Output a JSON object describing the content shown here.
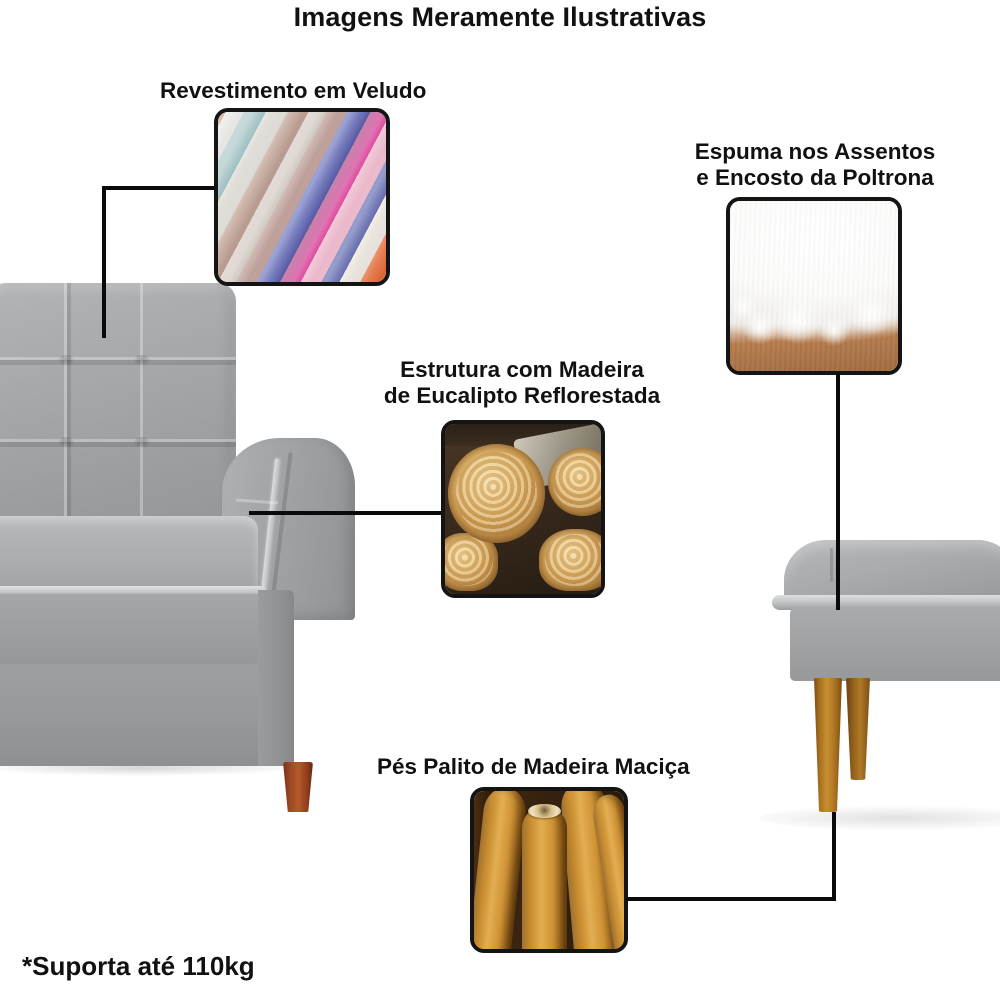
{
  "header": {
    "title": "Imagens Meramente Ilustrativas"
  },
  "callouts": [
    {
      "id": "upholstery",
      "label": "Revestimento em Veludo",
      "swatch_name": "velvet-fabric-swatch",
      "swatch_description": "Diagonal stacked velvet fabric rolls in multiple colors",
      "swatch_colors": [
        "#d9642f",
        "#9fc0c2",
        "#e7e5e2",
        "#b99c92",
        "#b9968f",
        "#5c5fa8",
        "#e0459b",
        "#e9b5c8"
      ]
    },
    {
      "id": "foam",
      "label_line1": "Espuma nos Assentos",
      "label_line2": "e Encosto da Poltrona",
      "swatch_name": "foam-fiber-swatch",
      "swatch_description": "White foam fiber over brown base",
      "swatch_colors": [
        "#ffffff",
        "#a06a3e"
      ]
    },
    {
      "id": "frame",
      "label_line1": "Estrutura com Madeira",
      "label_line2": "de Eucalipto Reflorestada",
      "swatch_name": "eucalyptus-logs-swatch",
      "swatch_description": "Stacked cut eucalyptus logs showing growth rings",
      "swatch_colors": [
        "#e5bd76",
        "#8c6030",
        "#261c12"
      ]
    },
    {
      "id": "legs",
      "label": "Pés Palito de Madeira Maciça",
      "swatch_name": "wooden-legs-swatch",
      "swatch_description": "Tapered solid wood stick legs in honey tone",
      "swatch_colors": [
        "#e3ae52",
        "#8f5e1c",
        "#201208"
      ]
    }
  ],
  "footnote": {
    "text": "*Suporta até 110kg"
  },
  "products": {
    "sofa": {
      "name": "poltrona-cinza",
      "upholstery_color": "#9fa2a3",
      "leg_color": "#a04a24"
    },
    "ottoman": {
      "name": "puff-cinza",
      "upholstery_color": "#a8aaac",
      "leg_color": "#c78f31"
    }
  },
  "theme": {
    "background": "#ffffff",
    "text_color": "#111111",
    "line_color": "#0a0a0a",
    "card_border": "#141414"
  }
}
